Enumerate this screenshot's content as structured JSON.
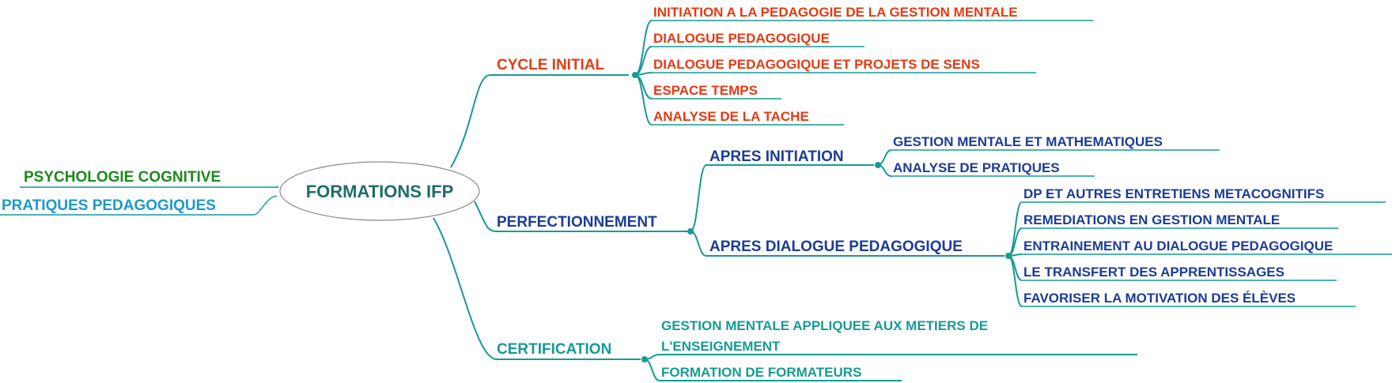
{
  "colors": {
    "connector": "#179a95",
    "root_text": "#1f6e64",
    "red": "#e63a12",
    "blue": "#1b3c97",
    "green": "#1a8a1a",
    "cyan": "#1b9ac9",
    "teal": "#179a95",
    "root_stroke": "#8a8a8a"
  },
  "root": {
    "label": "FORMATIONS IFP"
  },
  "left": [
    {
      "label": "PSYCHOLOGIE COGNITIVE",
      "color": "green"
    },
    {
      "label": "PRATIQUES PEDAGOGIQUES",
      "color": "cyan"
    }
  ],
  "branches": [
    {
      "label": "CYCLE INITIAL",
      "color": "red",
      "children": [
        "INITIATION A LA PEDAGOGIE DE LA GESTION MENTALE",
        "DIALOGUE PEDAGOGIQUE",
        "DIALOGUE PEDAGOGIQUE ET PROJETS DE SENS",
        "ESPACE TEMPS",
        "ANALYSE DE LA TACHE"
      ]
    },
    {
      "label": "PERFECTIONNEMENT",
      "color": "blue",
      "subbranches": [
        {
          "label": "APRES INITIATION",
          "children": [
            "GESTION MENTALE ET MATHEMATIQUES",
            "ANALYSE DE PRATIQUES"
          ]
        },
        {
          "label": "APRES DIALOGUE PEDAGOGIQUE",
          "children": [
            "DP ET AUTRES ENTRETIENS METACOGNITIFS",
            "REMEDIATIONS EN GESTION MENTALE",
            "ENTRAINEMENT AU DIALOGUE PEDAGOGIQUE",
            "LE TRANSFERT DES APPRENTISSAGES",
            "FAVORISER LA MOTIVATION DES ÉLÈVES"
          ]
        }
      ]
    },
    {
      "label": "CERTIFICATION",
      "color": "teal",
      "children": [
        [
          "GESTION MENTALE APPLIQUEE AUX METIERS DE",
          "L'ENSEIGNEMENT"
        ],
        [
          "FORMATION DE FORMATEURS"
        ]
      ]
    }
  ]
}
